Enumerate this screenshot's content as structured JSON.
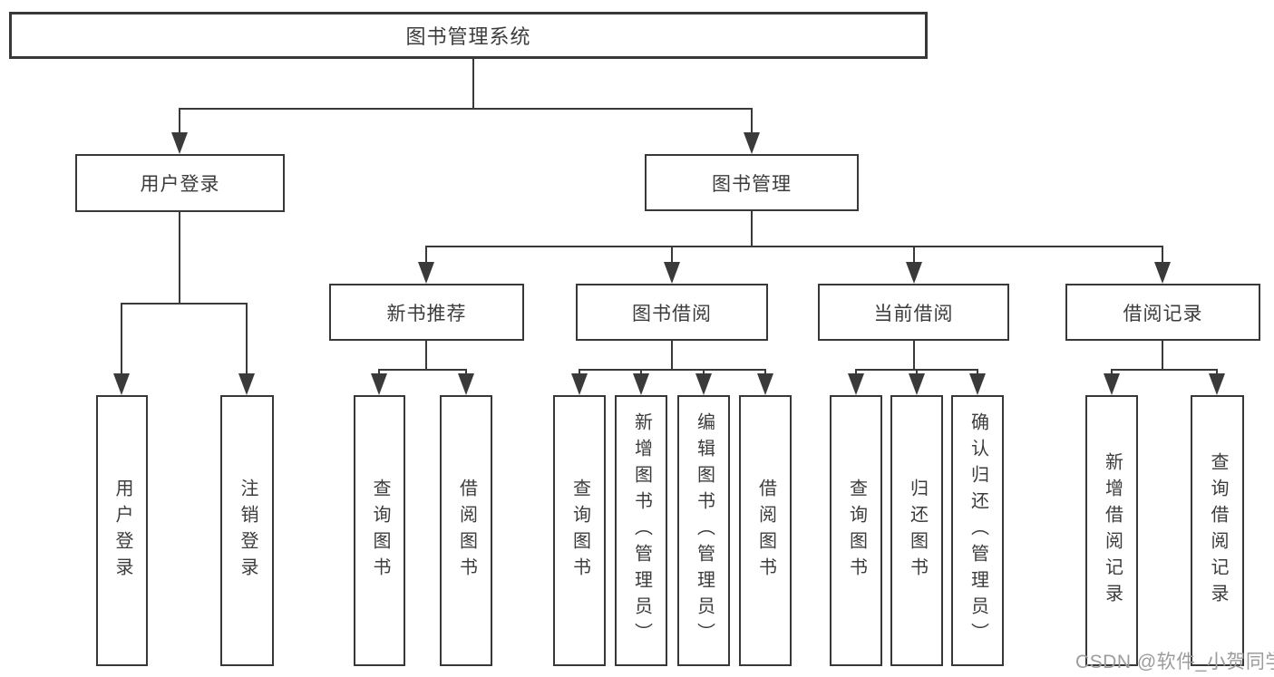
{
  "tree": {
    "root": {
      "label": "图书管理系统"
    },
    "user_login": {
      "label": "用户登录",
      "children": [
        {
          "label": "用户登录"
        },
        {
          "label": "注销登录"
        }
      ]
    },
    "book_mgmt": {
      "label": "图书管理",
      "new_book_rec": {
        "label": "新书推荐",
        "children": [
          {
            "label": "查询图书"
          },
          {
            "label": "借阅图书"
          }
        ]
      },
      "book_borrow": {
        "label": "图书借阅",
        "children": [
          {
            "label": "查询图书"
          },
          {
            "label": "新增图书（管理员）"
          },
          {
            "label": "编辑图书（管理员）"
          },
          {
            "label": "借阅图书"
          }
        ]
      },
      "current_borrow": {
        "label": "当前借阅",
        "children": [
          {
            "label": "查询图书"
          },
          {
            "label": "归还图书"
          },
          {
            "label": "确认归还（管理员）"
          }
        ]
      },
      "borrow_records": {
        "label": "借阅记录",
        "children": [
          {
            "label": "新增借阅记录"
          },
          {
            "label": "查询借阅记录"
          }
        ]
      }
    }
  },
  "watermark": {
    "text": "CSDN @软件_小贺同学"
  },
  "colors": {
    "line": "#3a3a3a",
    "box_border": "#383838",
    "text": "#3c3c3c",
    "watermark": "#9c9c9c",
    "background": "#ffffff"
  }
}
